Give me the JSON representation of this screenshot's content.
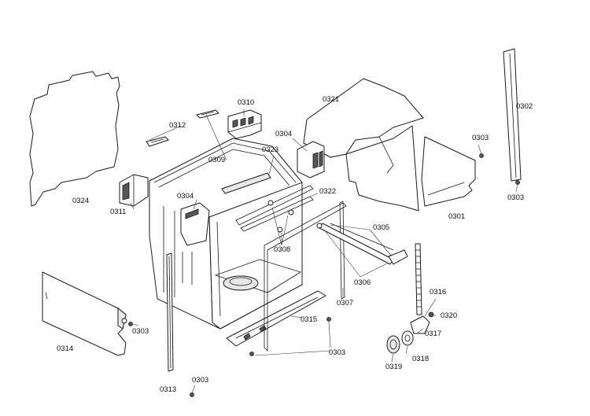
{
  "callouts": {
    "c0301": "0301",
    "c0302": "0302",
    "c0303a": "0303",
    "c0303b": "0303",
    "c0303c": "0303",
    "c0303d": "0303",
    "c0303e": "0303",
    "c0304a": "0304",
    "c0304b": "0304",
    "c0305": "0305",
    "c0306": "0306",
    "c0307": "0307",
    "c0308": "0308",
    "c0309": "0309",
    "c0310": "0310",
    "c0311": "0311",
    "c0312": "0312",
    "c0313": "0313",
    "c0314": "0314",
    "c0315": "0315",
    "c0316": "0316",
    "c0317": "0317",
    "c0318": "0318",
    "c0319": "0319",
    "c0320": "0320",
    "c0321": "0321",
    "c0322": "0322",
    "c0323": "0323",
    "c0324": "0324"
  }
}
